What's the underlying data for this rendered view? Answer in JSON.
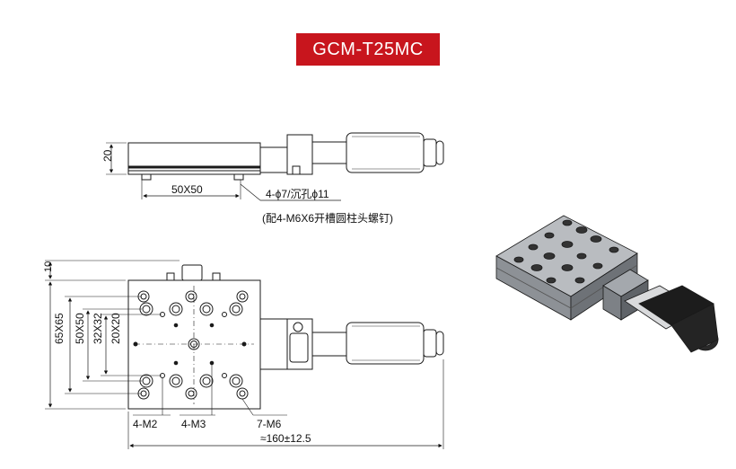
{
  "title": "GCM-T25MC",
  "side_view": {
    "height_dim": "20",
    "mount_dim": "50X50",
    "hole_note": "4-ϕ7/沉孔ϕ11",
    "screw_note": "(配4-M6X6开槽圆柱头螺钉)"
  },
  "top_view": {
    "dim_10": "10",
    "dim_65x65": "65X65",
    "dim_50x50": "50X50",
    "dim_32x32": "32X32",
    "dim_20x20": "20X20",
    "label_m2": "4-M2",
    "label_m3": "4-M3",
    "label_m6": "7-M6",
    "overall_length": "≈160±12.5"
  },
  "colors": {
    "title_bg": "#c8151d",
    "line": "#1a1a1a"
  }
}
